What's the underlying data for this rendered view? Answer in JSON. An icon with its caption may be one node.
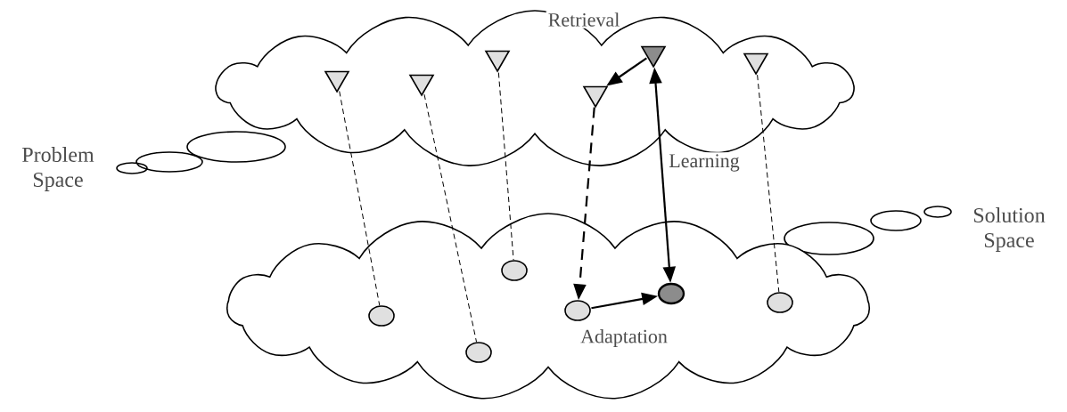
{
  "diagram": {
    "nodes": [
      {
        "text": [],
        "shape": "cloud"
      },
      {
        "text": [],
        "shape": "cloud"
      },
      {
        "text": [],
        "shape": "triangle",
        "in": 0
      },
      {
        "text": [],
        "shape": "triangle",
        "in": 0
      },
      {
        "text": [],
        "shape": "triangle",
        "in": 0
      },
      {
        "text": [],
        "shape": "triangle",
        "in": 0
      },
      {
        "text": [],
        "shape": "triangle",
        "in": 0
      },
      {
        "text": [],
        "shape": "triangle",
        "in": 0
      },
      {
        "text": [],
        "shape": "circle",
        "in": 1
      },
      {
        "text": [],
        "shape": "circle",
        "in": 1
      },
      {
        "text": [],
        "shape": "circle",
        "in": 1
      },
      {
        "text": [],
        "shape": "circle",
        "in": 1
      },
      {
        "text": [],
        "shape": "circle",
        "in": 1
      },
      {
        "text": [],
        "shape": "circle",
        "in": 1
      }
    ],
    "edges": [
      {
        "from": 2,
        "to": 8,
        "arrow": "none",
        "style": "dashed"
      },
      {
        "from": 3,
        "to": 9,
        "arrow": "none",
        "style": "dashed"
      },
      {
        "from": 4,
        "to": 10,
        "arrow": "none",
        "style": "dashed"
      },
      {
        "from": 5,
        "to": 11,
        "arrow": "to",
        "style": "dashed"
      },
      {
        "from": 6,
        "to": 5,
        "arrow": "to",
        "label": "Retrieval"
      },
      {
        "from": 6,
        "to": 12,
        "arrow": "both",
        "label": "Learning"
      },
      {
        "from": 11,
        "to": 12,
        "arrow": "to",
        "label": "Adaptation"
      },
      {
        "from": 7,
        "to": 13,
        "arrow": "none",
        "style": "dashed"
      }
    ],
    "labels": [
      "Problem Space",
      "Solution Space"
    ]
  }
}
